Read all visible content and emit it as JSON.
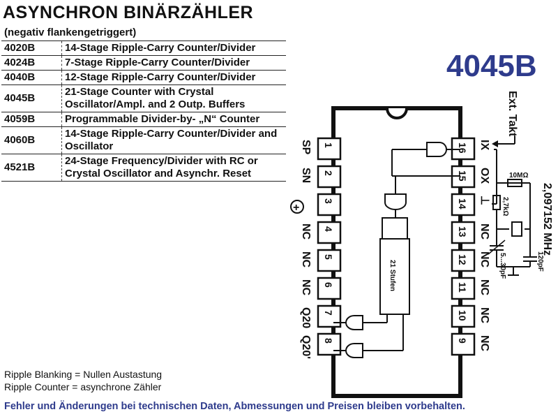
{
  "header": {
    "title": "ASYNCHRON BINÄRZÄHLER",
    "subtitle": "(negativ flankengetriggert)"
  },
  "types": [
    {
      "num": "4020B",
      "desc": "14-Stage Ripple-Carry Counter/Divider"
    },
    {
      "num": "4024B",
      "desc": "7-Stage Ripple-Carry Counter/Divider"
    },
    {
      "num": "4040B",
      "desc": "12-Stage Ripple-Carry Counter/Divider"
    },
    {
      "num": "4045B",
      "desc": "21-Stage Counter with Crystal Oscillator/Ampl. and 2 Outp. Buffers"
    },
    {
      "num": "4059B",
      "desc": "Programmable Divider-by- „N“ Counter"
    },
    {
      "num": "4060B",
      "desc": "14-Stage Ripple-Carry Counter/Divider and Oscillator"
    },
    {
      "num": "4521B",
      "desc": "24-Stage Frequency/Divider with RC or Crystal Oscillator and Asynchr. Reset"
    }
  ],
  "diagram": {
    "part": "4045B",
    "left_pins": [
      {
        "num": "1",
        "label": "SP"
      },
      {
        "num": "2",
        "label": "SN"
      },
      {
        "num": "3",
        "label": ""
      },
      {
        "num": "4",
        "label": "NC"
      },
      {
        "num": "5",
        "label": "NC"
      },
      {
        "num": "6",
        "label": "NC"
      },
      {
        "num": "7",
        "label": "Q20"
      },
      {
        "num": "8",
        "label": "Q20'"
      }
    ],
    "right_pins": [
      {
        "num": "16",
        "label": "IX"
      },
      {
        "num": "15",
        "label": "OX"
      },
      {
        "num": "14",
        "label": "⊥"
      },
      {
        "num": "13",
        "label": "NC"
      },
      {
        "num": "12",
        "label": "NC"
      },
      {
        "num": "11",
        "label": "NC"
      },
      {
        "num": "10",
        "label": "NC"
      },
      {
        "num": "9",
        "label": "NC"
      }
    ],
    "counter_label": "21 Stufen",
    "plus_symbol": "+",
    "ext_takt": "Ext. Takt",
    "frequency": "2,097152 MHz",
    "r1": "10MΩ",
    "r2": "2,7kΩ",
    "c_trim": "5...30pF",
    "c_fix": "120pF"
  },
  "notes": {
    "ripple_blanking": "Ripple Blanking = Nullen Austastung",
    "ripple_counter": "Ripple Counter = asynchrone Zähler"
  },
  "footer": "Fehler und Änderungen bei technischen Daten, Abmessungen und Preisen bleiben vorbehalten.",
  "colors": {
    "accent": "#2e3b8c",
    "ink": "#111111"
  }
}
